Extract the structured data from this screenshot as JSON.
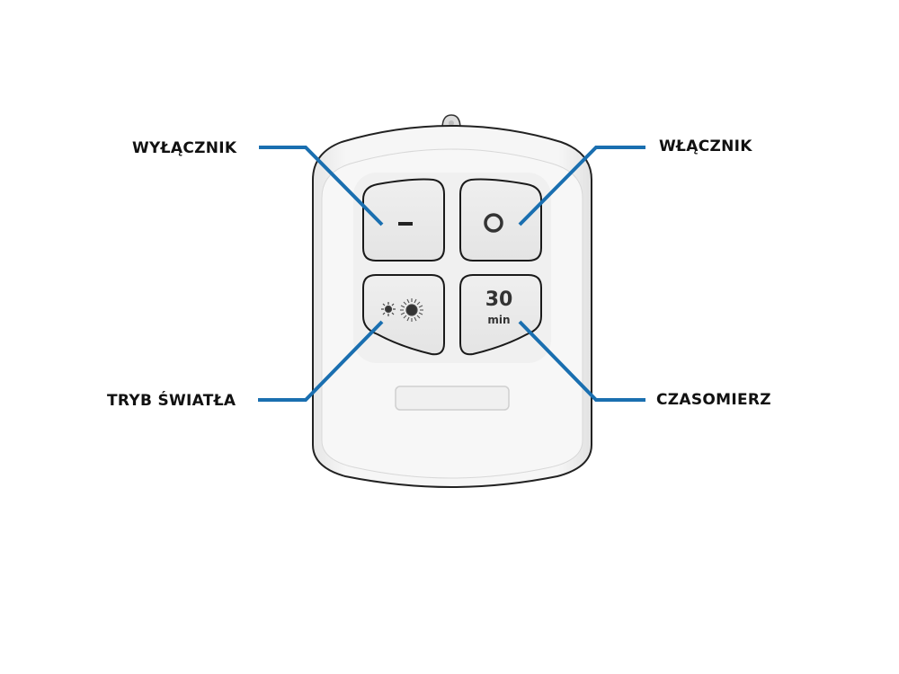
{
  "callouts": {
    "off": {
      "label": "WYŁĄCZNIK"
    },
    "on": {
      "label": "WŁĄCZNIK"
    },
    "light_mode": {
      "label": "TRYB ŚWIATŁA"
    },
    "timer": {
      "label": "CZASOMIERZ"
    }
  },
  "remote": {
    "buttons": {
      "off": {
        "icon": "minus-icon",
        "glyph": "–"
      },
      "on": {
        "icon": "circle-icon",
        "glyph": "O"
      },
      "light_mode": {
        "icon": "sun-brightness-icon"
      },
      "timer": {
        "value": "30",
        "unit": "min"
      }
    }
  },
  "colors": {
    "leader_line": "#1a6fb0",
    "remote_body": "#f2f2f2",
    "outline": "#222222",
    "label_text": "#111111"
  }
}
